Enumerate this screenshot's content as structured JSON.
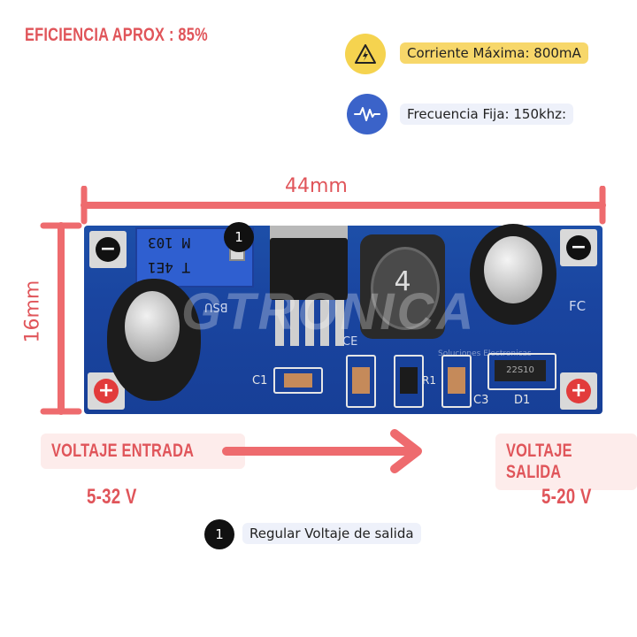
{
  "efficiency": "EFICIENCIA APROX : 85%",
  "current": {
    "icon": "high-voltage-icon",
    "text": "Corriente Máxima: 800mA",
    "color": "#f5d34f"
  },
  "frequency": {
    "icon": "waveform-icon",
    "text": "Frecuencia Fija: 150khz:",
    "color": "#3b63c9"
  },
  "dimensions": {
    "width": "44mm",
    "height": "16mm"
  },
  "input": {
    "label": "VOLTAJE ENTRADA",
    "range": "5-32 V"
  },
  "output": {
    "label": "VOLTAJE SALIDA",
    "range": "5-20 V"
  },
  "legend": {
    "number": "1",
    "text": "Regular Voltaje de salida"
  },
  "pcb": {
    "marker": "1",
    "pot_text_top": "M 103",
    "pot_text_bottom": "T 4E1",
    "watermark": "GTRONICA",
    "watermark_sub": "Soluciones Electronicas",
    "labels": {
      "c1": "C1",
      "c3": "C3",
      "d1": "D1",
      "r1": "R1",
      "ce": "CE",
      "fc": "FC",
      "bsu": "BSU",
      "diode": "22S10",
      "inductor": "4"
    }
  },
  "accent_color": "#e0555a"
}
